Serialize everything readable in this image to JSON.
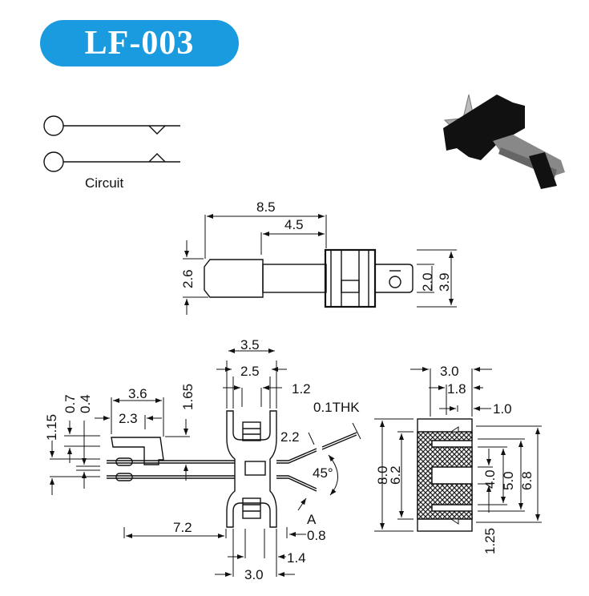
{
  "title": "LF-003",
  "accent_color": "#1a9be0",
  "circuit": {
    "label": "Circuit"
  },
  "side_view": {
    "dims": {
      "overall": "8.5",
      "actuator": "4.5",
      "plunger_h": "2.6",
      "terminal_w": "2.0",
      "housing_h": "3.9"
    }
  },
  "front_view": {
    "dims": {
      "width_top": "3.5",
      "inner_top": "2.5",
      "tab": "1.2",
      "thk": "0.1THK",
      "lead_w": "2.2",
      "angle": "45°",
      "detail": "A",
      "gap": "0.8",
      "pitch": "1.4",
      "width_bottom": "3.0",
      "lead_len": "7.2",
      "act_len": "3.6",
      "act_short": "2.3",
      "act_h": "1.65",
      "off1": "1.15",
      "off2": "0.7",
      "off3": "0.4"
    }
  },
  "end_view": {
    "dims": {
      "width": "3.0",
      "inner": "1.8",
      "slot": "1.0",
      "height": "8.0",
      "inner_h": "6.2",
      "slot_h": "4.0",
      "mid_h": "5.0",
      "outer_h": "6.8",
      "bottom": "1.25"
    }
  }
}
